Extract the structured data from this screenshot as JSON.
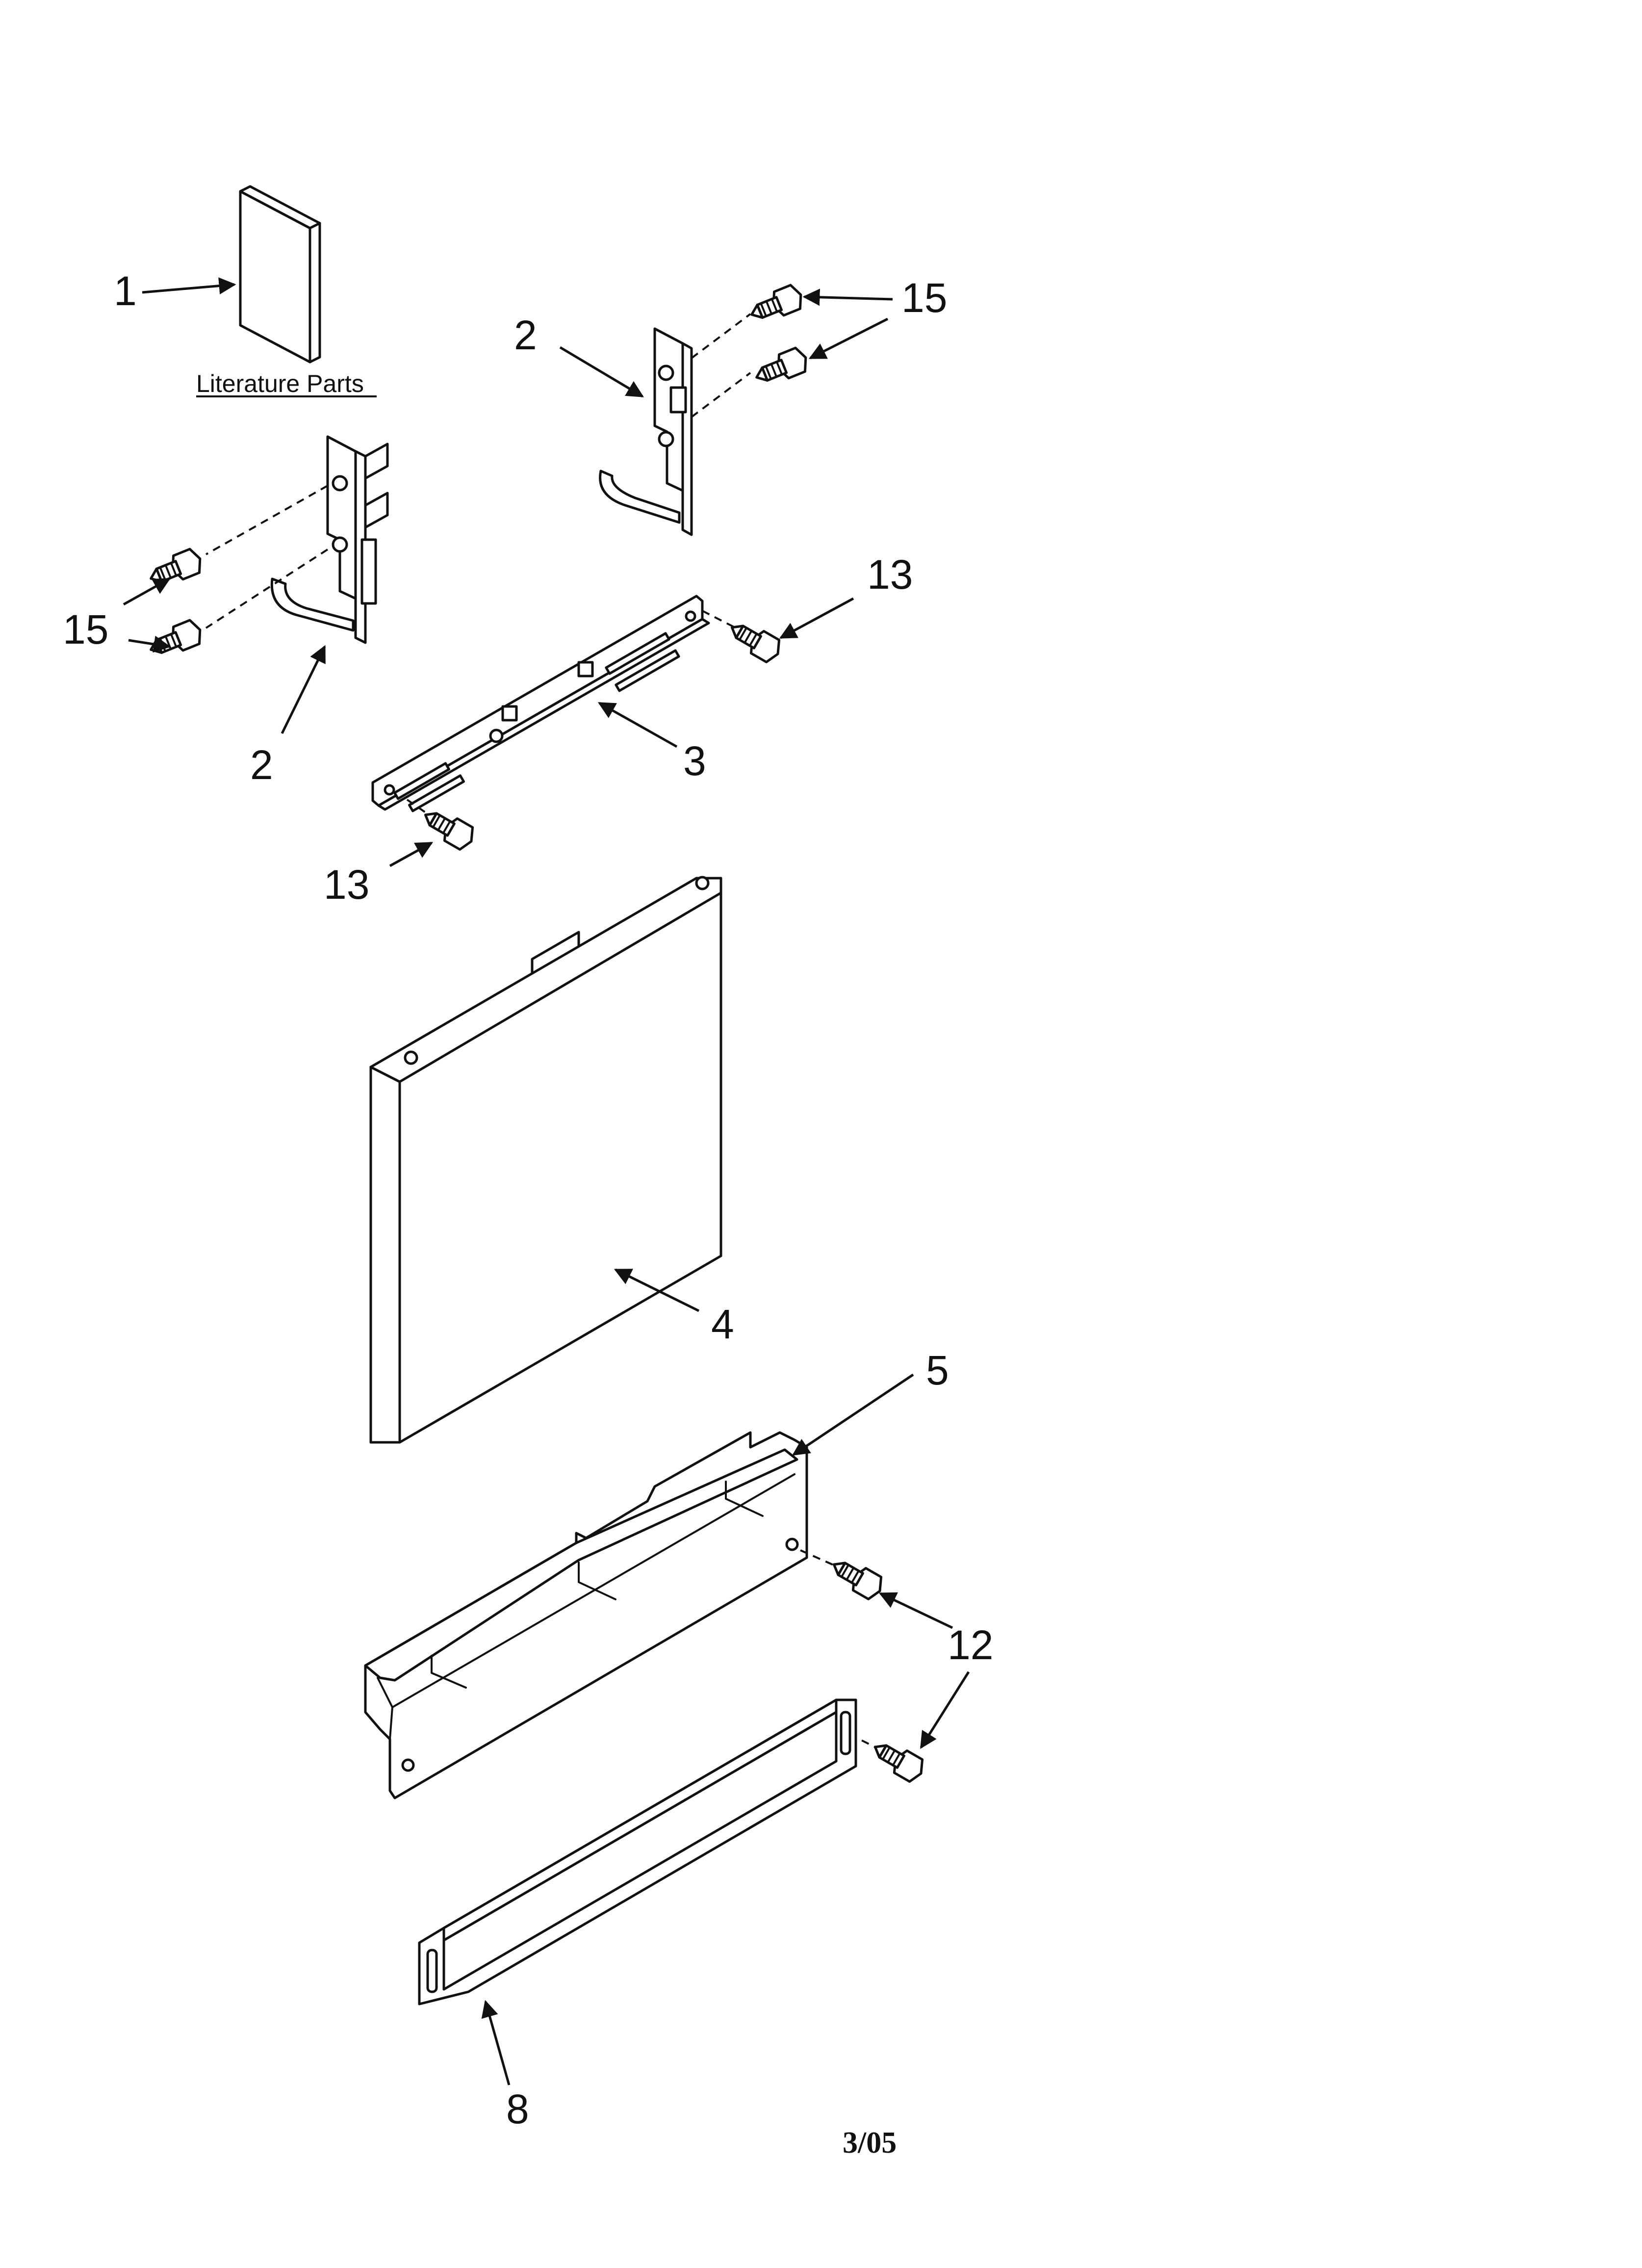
{
  "diagram": {
    "literature_label": "Literature Parts",
    "date_code": "3/05",
    "callouts": {
      "c1": "1",
      "c2a": "2",
      "c2b": "2",
      "c3": "3",
      "c4": "4",
      "c5": "5",
      "c8": "8",
      "c12": "12",
      "c13a": "13",
      "c13b": "13",
      "c15a": "15",
      "c15b": "15"
    }
  }
}
